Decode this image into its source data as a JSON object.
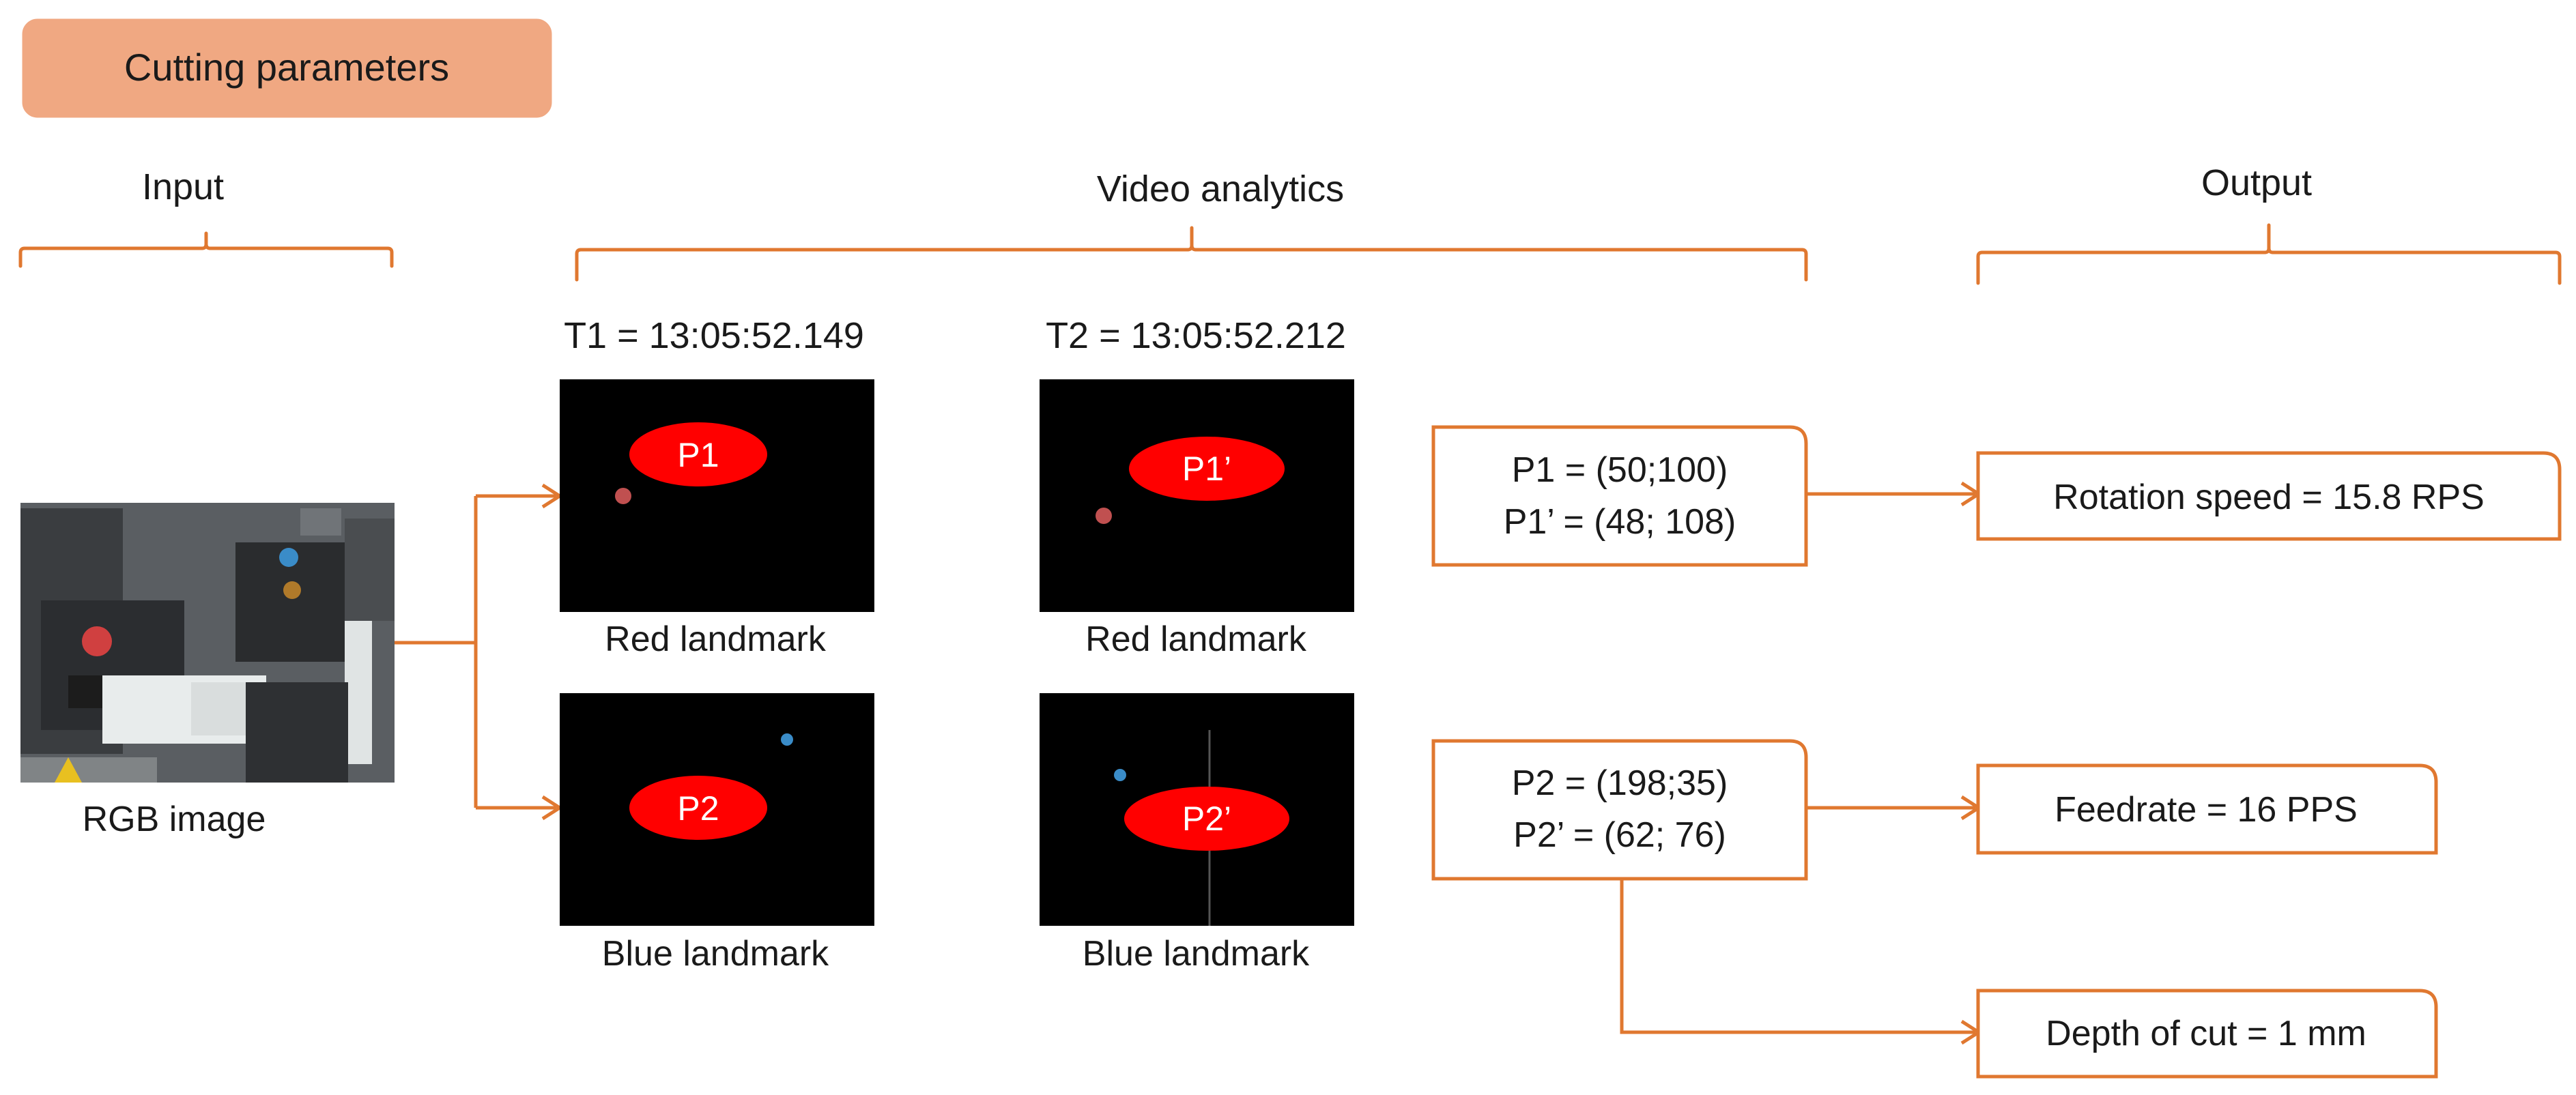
{
  "title": "Cutting parameters",
  "sections": {
    "input": "Input",
    "analytics": "Video analytics",
    "output": "Output"
  },
  "input_caption": "RGB image",
  "times": {
    "t1": "T1 = 13:05:52.149",
    "t2": "T2 = 13:05:52.212"
  },
  "frames": {
    "red_t1": {
      "label": "P1",
      "caption": "Red landmark"
    },
    "red_t2": {
      "label": "P1’",
      "caption": "Red landmark"
    },
    "blue_t1": {
      "label": "P2",
      "caption": "Blue landmark"
    },
    "blue_t2": {
      "label": "P2’",
      "caption": "Blue landmark"
    }
  },
  "coords": {
    "red": [
      "P1 = (50;100)",
      "P1’ = (48; 108)"
    ],
    "blue": [
      "P2 = (198;35)",
      "P2’ = (62; 76)"
    ]
  },
  "outputs": {
    "rotation": "Rotation speed = 15.8 RPS",
    "feedrate": "Feedrate  = 16 PPS",
    "depth": "Depth of cut  = 1 mm"
  },
  "colors": {
    "accent": "#E07830",
    "title_fill": "#F0A882",
    "label_fill": "#FF0000",
    "red_dot": "#C05050",
    "blue_dot": "#3A8CC8"
  }
}
